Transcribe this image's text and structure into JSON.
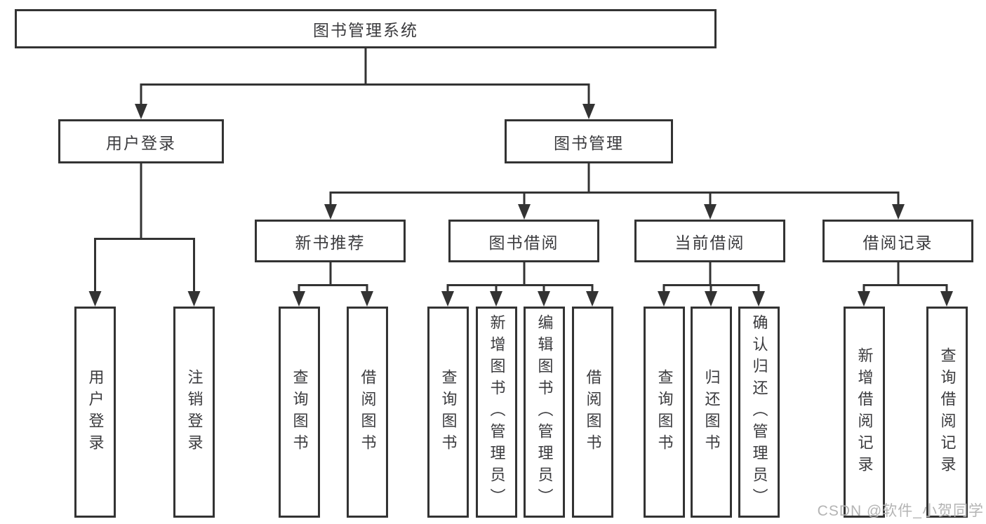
{
  "diagram": {
    "root": "图书管理系统",
    "branches": {
      "user_login": "用户登录",
      "book_management": "图书管理"
    },
    "modules": {
      "new_book_recommend": "新书推荐",
      "book_borrow": "图书借阅",
      "current_borrow": "当前借阅",
      "borrow_records": "借阅记录"
    },
    "functions": {
      "user_login": "用户登录",
      "logout": "注销登录",
      "recommend_query_books": "查询图书",
      "recommend_borrow_books": "借阅图书",
      "borrow_query_books": "查询图书",
      "borrow_add_book_admin": "新增图书（管理员）",
      "borrow_edit_book_admin": "编辑图书（管理员）",
      "borrow_borrow_books": "借阅图书",
      "current_query_books": "查询图书",
      "current_return_book": "归还图书",
      "current_confirm_return_admin": "确认归还（管理员）",
      "records_add_record": "新增借阅记录",
      "records_query_record": "查询借阅记录"
    }
  },
  "watermark": {
    "text": "CSDN @软件_小贺同学"
  },
  "colors": {
    "line": "#333333",
    "text": "#3b3b3e",
    "watermark": "#b4b4b4",
    "node-bg": "#ffffff"
  }
}
